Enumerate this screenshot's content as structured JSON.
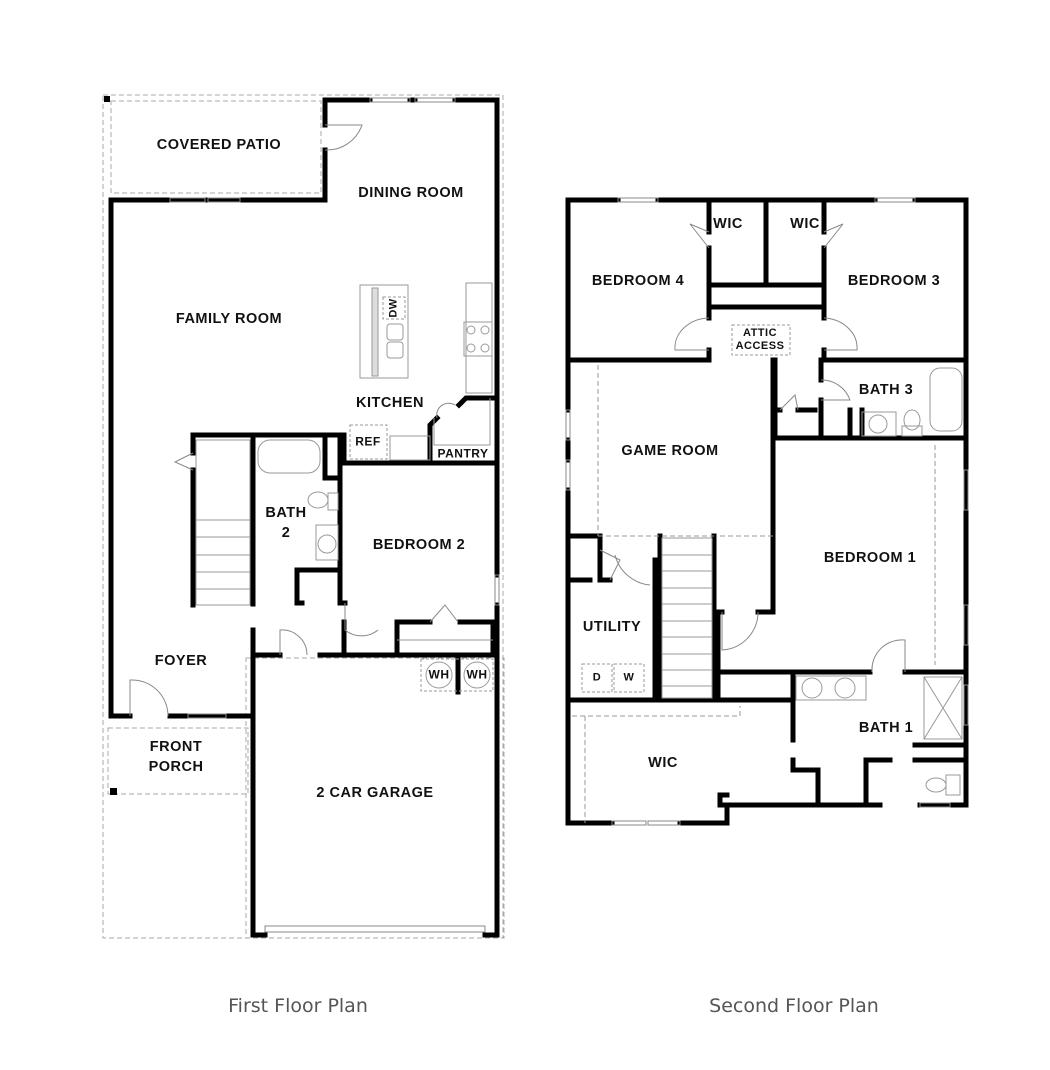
{
  "first_floor": {
    "caption": "First Floor Plan",
    "rooms": {
      "covered_patio": "COVERED PATIO",
      "dining_room": "DINING ROOM",
      "family_room": "FAMILY ROOM",
      "kitchen": "KITCHEN",
      "dw": "DW",
      "ref": "REF",
      "pantry": "PANTRY",
      "bath2_line1": "BATH",
      "bath2_line2": "2",
      "bedroom2": "BEDROOM 2",
      "foyer": "FOYER",
      "wh1": "WH",
      "wh2": "WH",
      "front_porch_line1": "FRONT",
      "front_porch_line2": "PORCH",
      "garage": "2 CAR GARAGE"
    }
  },
  "second_floor": {
    "caption": "Second Floor Plan",
    "rooms": {
      "bedroom4": "BEDROOM 4",
      "wic_left": "WIC",
      "wic_right": "WIC",
      "bedroom3": "BEDROOM 3",
      "attic_line1": "ATTIC",
      "attic_line2": "ACCESS",
      "bath3": "BATH 3",
      "game_room": "GAME ROOM",
      "bedroom1": "BEDROOM 1",
      "utility": "UTILITY",
      "dryer": "D",
      "washer": "W",
      "wic_master": "WIC",
      "bath1": "BATH 1"
    }
  },
  "colors": {
    "wall": "#000000",
    "thin": "#9a9a9a",
    "caption": "#555555"
  }
}
